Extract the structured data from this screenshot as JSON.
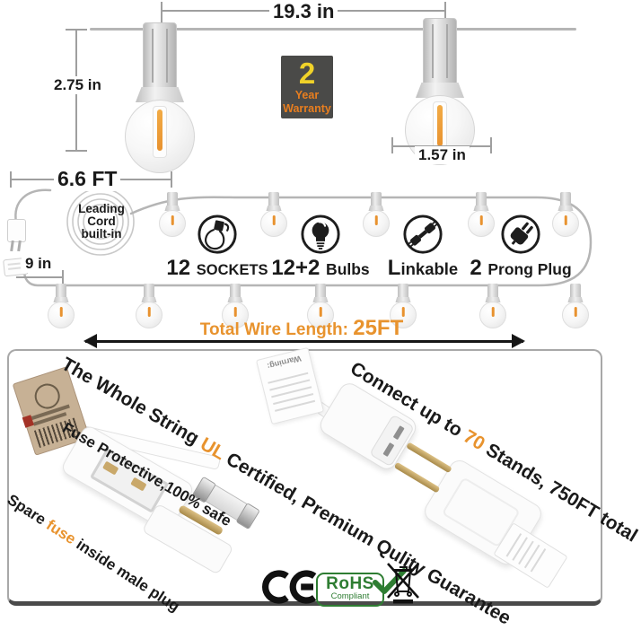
{
  "colors": {
    "accent_orange": "#E8932E",
    "warranty_yellow": "#F0D229",
    "warranty_orange": "#E87E1F",
    "rohs_green": "#2E7D32"
  },
  "top": {
    "width_dim": "19.3 in",
    "height_dim": "2.75 in",
    "bulb_dim": "1.57 in",
    "warranty_number": "2",
    "warranty_line1": "Year",
    "warranty_line2": "Warranty"
  },
  "middle": {
    "lead_dim": "6.6 FT",
    "coil_line1": "Leading",
    "coil_line2": "Cord",
    "coil_line3": "built-in",
    "spacing_dim": "9 in",
    "features": [
      {
        "icon": "socket-icon",
        "num": "12 ",
        "label": "SOCKETS"
      },
      {
        "icon": "bulb-icon",
        "num": "12+2 ",
        "label": "Bulbs"
      },
      {
        "icon": "link-icon",
        "num": "L",
        "label": "inkable"
      },
      {
        "icon": "plug-icon",
        "num": "2 ",
        "label": "Prong Plug"
      }
    ],
    "total_label": "Total Wire Length: ",
    "total_value": "25FT"
  },
  "bottom": {
    "claim_ul_pre": "The Whole String ",
    "claim_ul_hl": "UL",
    "claim_ul_post": " Certified, Premium Qulity Guarantee",
    "claim_connect_pre": "Connect up to ",
    "claim_connect_hl": "70",
    "claim_connect_post": " Stands, 750FT total",
    "claim_fuse": "Fuse Protective,100% safe",
    "claim_spare_pre": "Spare ",
    "claim_spare_hl": "fuse",
    "claim_spare_post": " inside male plug",
    "warning_label": "Warning:",
    "ce_mark": "CE",
    "rohs_line1": "RoHS",
    "rohs_line2": "Compliant"
  }
}
